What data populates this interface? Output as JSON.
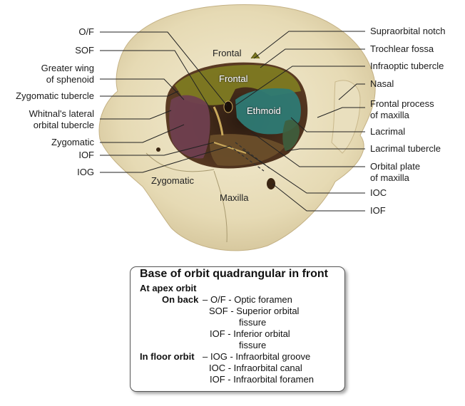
{
  "diagram": {
    "left_labels": [
      "O/F",
      "SOF",
      "Greater wing",
      "of sphenoid",
      "Zygomatic tubercle",
      "Whitnal's lateral",
      "orbital tubercle",
      "Zygomatic",
      "IOF",
      "IOG"
    ],
    "right_labels": [
      "Supraorbital notch",
      "Trochlear fossa",
      "Infraoptic tubercle",
      "Nasal",
      "Frontal process",
      "of maxilla",
      "Lacrimal",
      "Lacrimal tubercle",
      "Orbital plate",
      "of maxilla",
      "IOC",
      "IOF"
    ],
    "bone_labels": {
      "frontal_outer": "Frontal",
      "frontal_inner": "Frontal",
      "ethmoid": "Ethmoid",
      "zygomatic": "Zygomatic",
      "maxilla": "Maxilla"
    },
    "colors": {
      "bone": "#ece3c4",
      "frontal_plate": "#7e7a22",
      "ethmoid_plate": "#2e7a74",
      "sphenoid_plate": "#6f3f4f",
      "maxilla_plate": "#6a4e2a"
    }
  },
  "legend": {
    "title": "Base of orbit quadrangular in front",
    "apex_heading": "At apex orbit",
    "on_back": "On back",
    "dash": "–",
    "of": "O/F  - Optic foramen",
    "sof_1": "SOF - Superior orbital",
    "sof_2": "fissure",
    "iof_1": "IOF - Inferior orbital",
    "iof_2": "fissure",
    "floor": "In floor orbit",
    "iog": "IOG - Infraorbital groove",
    "ioc": "IOC - Infraorbital canal",
    "iof_b": "IOF - Infraorbital foramen"
  }
}
